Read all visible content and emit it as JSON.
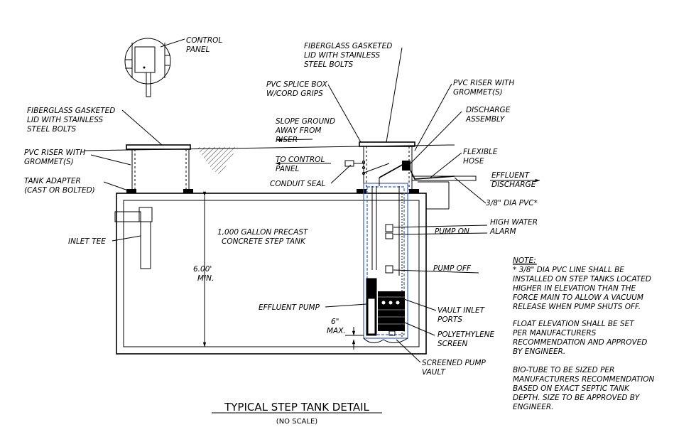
{
  "labels": {
    "control_panel": [
      "CONTROL",
      "PANEL"
    ],
    "lid_right": [
      "FIBERGLASS GASKETED",
      "LID WITH STAINLESS",
      "STEEL BOLTS"
    ],
    "lid_left": [
      "FIBERGLASS GASKETED",
      "LID WITH STAINLESS",
      "STEEL BOLTS"
    ],
    "splice_box": [
      "PVC SPLICE BOX",
      "W/CORD GRIPS"
    ],
    "riser_right": [
      "PVC RISER WITH",
      "GROMMET(S)"
    ],
    "discharge_assembly": [
      "DISCHARGE",
      "ASSEMBLY"
    ],
    "slope": [
      "SLOPE GROUND",
      "AWAY FROM",
      "RISER"
    ],
    "riser_left": [
      "PVC RISER WITH",
      "GROMMET(S)"
    ],
    "flexible_hose": [
      "FLEXIBLE",
      "HOSE"
    ],
    "to_control_panel": [
      "TO CONTROL",
      "PANEL"
    ],
    "effluent_discharge": [
      "EFFLUENT",
      "DISCHARGE"
    ],
    "tank_adapter": [
      "TANK ADAPTER",
      "(CAST OR BOLTED)"
    ],
    "conduit_seal": "CONDUIT SEAL",
    "pvc_line": "3/8\" DIA PVC*",
    "high_water": [
      "HIGH WATER",
      "ALARM"
    ],
    "tank_name": [
      "1,000 GALLON PRECAST",
      "CONCRETE STEP TANK"
    ],
    "pump_on": "PUMP ON",
    "inlet_tee": "INLET TEE",
    "depth": [
      "6.00'",
      "MIN."
    ],
    "pump_off": "PUMP OFF",
    "effluent_pump": "EFFLUENT PUMP",
    "vault_inlet": [
      "VAULT INLET",
      "PORTS"
    ],
    "six_inch": [
      "6\"",
      "MAX."
    ],
    "screen": [
      "POLYETHYLENE",
      "SCREEN"
    ],
    "vault": [
      "SCREENED PUMP",
      "VAULT"
    ]
  },
  "notes": {
    "heading": "NOTE:",
    "note1": [
      "* 3/8\" DIA PVC LINE SHALL BE",
      "INSTALLED ON STEP TANKS LOCATED",
      "HIGHER IN ELEVATION THAN THE",
      "FORCE MAIN TO ALLOW A VACUUM",
      "RELEASE WHEN PUMP SHUTS OFF."
    ],
    "note2": [
      "FLOAT ELEVATION SHALL BE SET",
      "PER MANUFACTURERS",
      "RECOMMENDATION AND APPROVED",
      "BY ENGINEER."
    ],
    "note3": [
      "BIO-TUBE TO BE SIZED PER",
      "MANUFACTURERS RECOMMENDATION",
      "BASED ON EXACT SEPTIC TANK",
      "DEPTH.  SIZE TO BE APPROVED BY",
      "ENGINEER."
    ]
  },
  "title": "TYPICAL STEP TANK DETAIL",
  "subtitle": "(NO SCALE)"
}
